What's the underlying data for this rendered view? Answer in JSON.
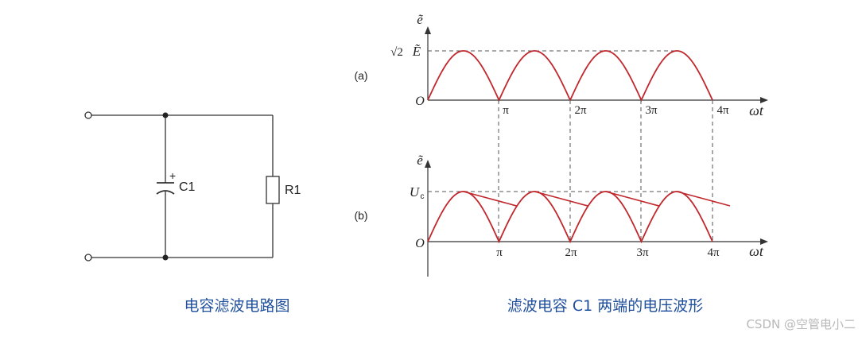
{
  "circuit": {
    "capacitor_label": "C1",
    "capacitor_polarity": "+",
    "resistor_label": "R1",
    "caption": "电容滤波电路图"
  },
  "waveforms": {
    "panel_a": {
      "tag": "(a)",
      "y_axis_label": "ẽ",
      "origin": "O",
      "x_axis_label": "ωt",
      "peak_label_prefix": "√2",
      "peak_label_symbol": "Ẽ",
      "x_ticks": [
        "π",
        "2π",
        "3π",
        "4π"
      ]
    },
    "panel_b": {
      "tag": "(b)",
      "y_axis_label": "ẽ",
      "origin": "O",
      "x_axis_label": "ωt",
      "level_label_main": "U",
      "level_label_sub": "c",
      "x_ticks": [
        "π",
        "2π",
        "3π",
        "4π"
      ]
    },
    "caption": "滤波电容 C1 两端的电压波形"
  },
  "watermark": "CSDN @空管电小二",
  "colors": {
    "wave": "#c0282d",
    "line": "#333333",
    "caption": "#1f4f9c"
  }
}
